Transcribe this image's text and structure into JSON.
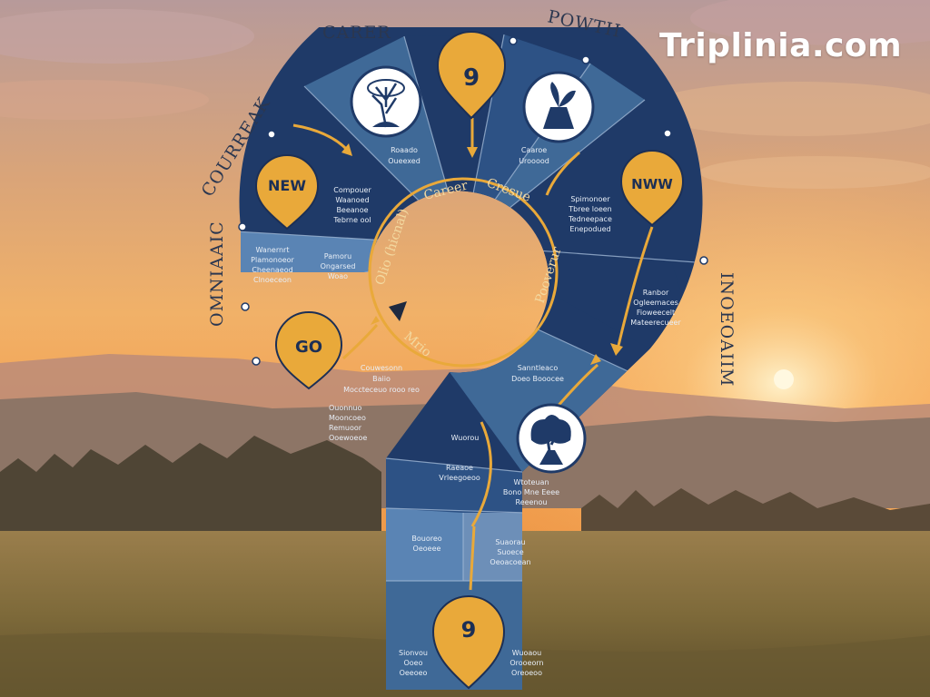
{
  "watermark": "Triplinia.com",
  "outer_labels": {
    "top_left": "CARER",
    "top_right": "POWTH",
    "left_arc": "COURREAK",
    "left_vertical": "OMNIAAIC",
    "right_vertical": "INOEOAIIM"
  },
  "inner_ring": {
    "top": "Career",
    "top_right": "Cresue",
    "right": "Pooverur",
    "left": "Olio (hicnal)",
    "bottom": "Mrio"
  },
  "pins": [
    {
      "label": "9"
    },
    {
      "label": "NEW"
    },
    {
      "label": "NWW"
    },
    {
      "label": "GO"
    },
    {
      "label": "9"
    }
  ],
  "segment_texts": {
    "seg1": [
      "Roaado",
      "Oueexed"
    ],
    "seg2": [
      "Caaroe",
      "Urooood"
    ],
    "seg3": [
      "Compouer",
      "Waanoed",
      "Beeanoe",
      "Tebrne ool"
    ],
    "seg4": [
      "Spimonoer",
      "Tbree loeen",
      "Tedneepace",
      "Enepodued"
    ],
    "seg5": [
      "Wanernrt",
      "Plamonoeor",
      "Cheenaeod",
      "Clnoeceon"
    ],
    "seg6": [
      "Pamoru",
      "Ongarsed",
      "Woao"
    ],
    "seg7": [
      "Ranbor",
      "Ogleemaces",
      "Fioweecelt",
      "Mateerecueer"
    ],
    "seg8": [
      "Couwesonn",
      "Baiio",
      "Moccteceuo rooo reo"
    ],
    "seg8b": [
      "Ouonnuo",
      "Mooncoeo",
      "Remuoor",
      "Ooewoeoe"
    ],
    "seg9": [
      "Sanntleaco",
      "Doeo Booocee"
    ],
    "seg10": [
      "Wuorou"
    ],
    "seg11": [
      "Raeaoe",
      "Vrleegoeoo"
    ],
    "seg12": [
      "Wtoteuan",
      "Bono Mne Eeee",
      "Reeenou"
    ],
    "seg13": [
      "Bouoreo",
      "Oeoeee"
    ],
    "seg14": [
      "Suaorau",
      "Suoece",
      "Oeoacoean"
    ],
    "seg15": [
      "Sionvou",
      "Ooeo",
      "Oeeoeo"
    ],
    "seg16": [
      "Wuoaou",
      "Orooeorn",
      "Oreoeoo"
    ]
  },
  "colors": {
    "navy": "#1f3a68",
    "steel": "#3f6997",
    "light": "#6d8fb8",
    "gold": "#e9a93a",
    "sunset": "#f2a24e"
  },
  "icons": [
    "tree-icon",
    "sprout-icon",
    "tree-icon"
  ]
}
